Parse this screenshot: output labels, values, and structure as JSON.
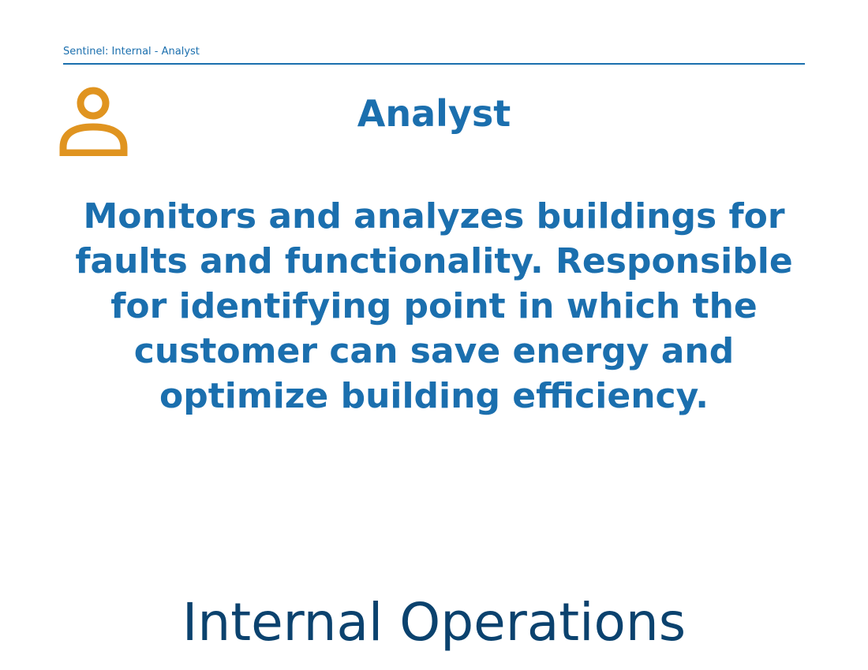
{
  "header": {
    "label": "Sentinel: Internal - Analyst"
  },
  "role": {
    "icon": "person-icon",
    "title": "Analyst",
    "description": "Monitors and analyzes buildings for faults and functionality. Responsible for identifying point in which the customer can save energy and optimize building efficiency."
  },
  "footer": {
    "department": "Internal Operations"
  },
  "colors": {
    "primary_blue": "#1b6fae",
    "dark_blue": "#0b426e",
    "icon_orange": "#e09420",
    "background": "#ffffff"
  }
}
